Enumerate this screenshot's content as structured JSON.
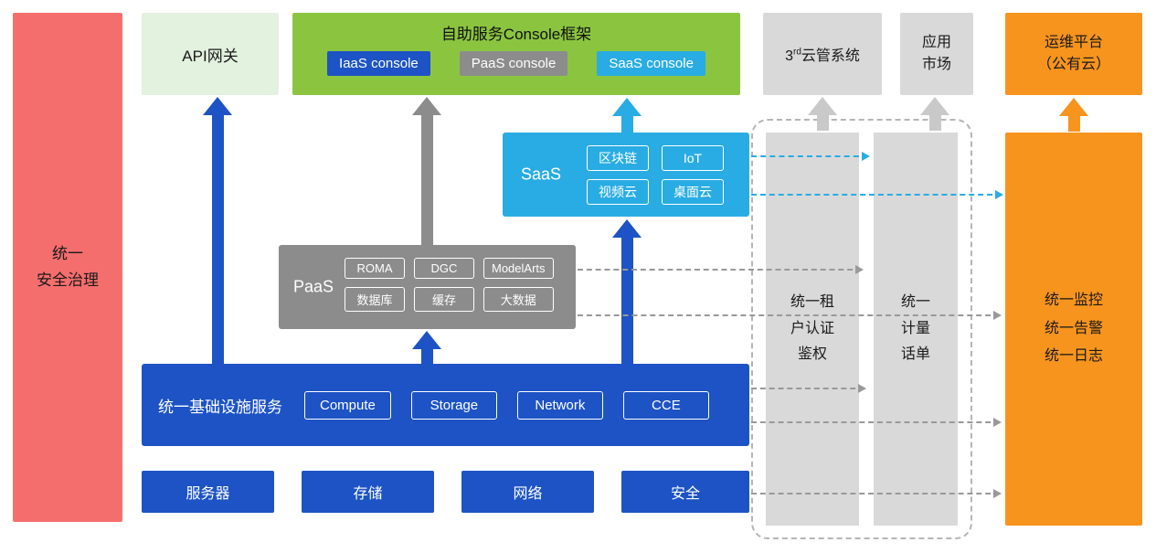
{
  "security_bar": {
    "label": "统一\n安全治理"
  },
  "api_gateway": {
    "label": "API网关"
  },
  "console_framework": {
    "title": "自助服务Console框架",
    "iaas_console": "IaaS console",
    "paas_console": "PaaS console",
    "saas_console": "SaaS console"
  },
  "third_party_cloud": {
    "num": "3",
    "sup": "rd",
    "rest": "云管系统"
  },
  "app_market": {
    "label": "应用\n市场"
  },
  "ops_platform": {
    "label": "运维平台\n（公有云）"
  },
  "saas": {
    "label": "SaaS",
    "items": [
      "区块链",
      "IoT",
      "视频云",
      "桌面云"
    ]
  },
  "paas": {
    "label": "PaaS",
    "items": [
      "ROMA",
      "DGC",
      "ModelArts",
      "数据库",
      "缓存",
      "大数据"
    ]
  },
  "infrastructure": {
    "label": "统一基础设施服务",
    "items": [
      "Compute",
      "Storage",
      "Network",
      "CCE"
    ]
  },
  "hardware": {
    "items": [
      "服务器",
      "存储",
      "网络",
      "安全"
    ]
  },
  "auth_column": {
    "label": "统一租\n户认证\n鉴权"
  },
  "metering_column": {
    "label": "统一\n计量\n话单"
  },
  "monitoring_bar": {
    "label": "统一监控\n统一告警\n统一日志"
  },
  "colors": {
    "blue": "#1d53c5",
    "cyan": "#29ace3",
    "gray": "#8c8c8c",
    "light_gray": "#d9d9d9",
    "green": "#8bc540",
    "light_green": "#e3f1df",
    "orange": "#f7941e",
    "red": "#f56e6e"
  }
}
